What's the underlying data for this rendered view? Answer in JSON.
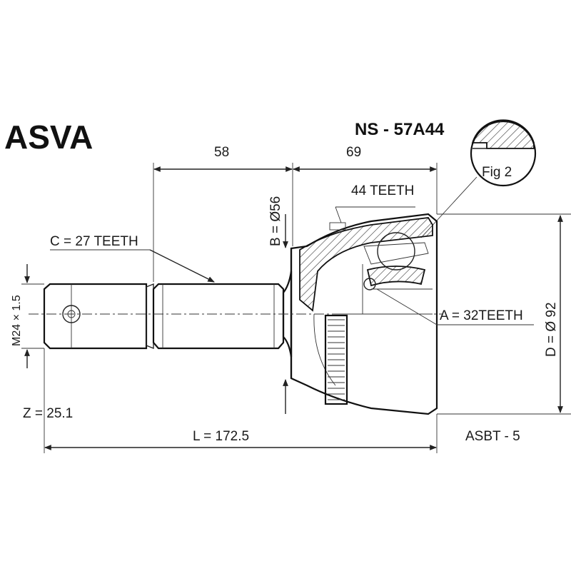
{
  "brand": "ASVA",
  "part_number": "NS - 57A44",
  "figure": "Fig 2",
  "dimensions": {
    "len_58": "58",
    "len_69": "69",
    "b_label": "B = Ø56",
    "c_label": "C = 27 TEETH",
    "teeth_44": "44 TEETH",
    "a_label": "A = 32TEETH",
    "d_label": "D = Ø 92",
    "thread_label": "M24 × 1.5",
    "z_label": "Z = 25.1",
    "l_label": "L = 172.5"
  },
  "reference": "ASBT - 5"
}
